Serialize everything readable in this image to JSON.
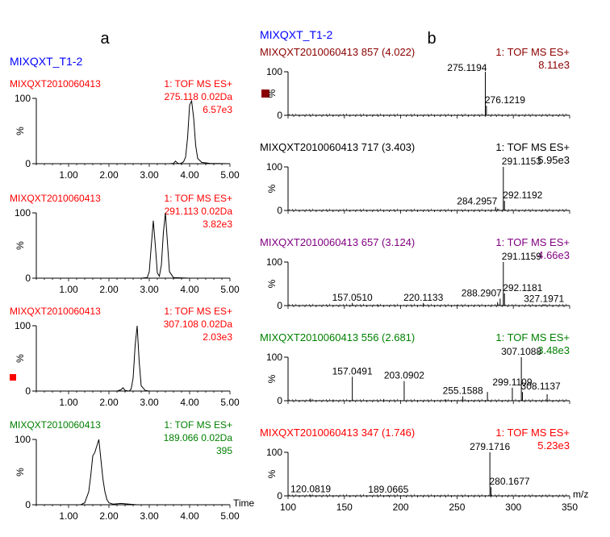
{
  "panel_a_label": "a",
  "panel_b_label": "b",
  "panel_a_sample": "MIXQXT_T1-2",
  "panel_b_sample": "MIXQXT_T1-2",
  "y_unit": "%",
  "ytick_labels": [
    "0",
    "100"
  ],
  "panel_a_xlabel": "Time",
  "panel_b_xlabel": "m/z",
  "colors": {
    "blue": "#0000ff",
    "dark_red": "#8b0000",
    "red": "#ff0000",
    "black": "#000000",
    "purple": "#800080",
    "green": "#008000"
  },
  "chart_data": [
    {
      "type": "line",
      "panel": "a",
      "color": "red",
      "file": "MIXQXT2010060413",
      "detector": "1: TOF MS ES+",
      "mass": "275.118 0.02Da",
      "intensity": "6.57e3",
      "xlim": [
        0.2,
        5.0
      ],
      "ylim": [
        0,
        100
      ],
      "xticks": [
        "1.00",
        "2.00",
        "3.00",
        "4.00",
        "5.00"
      ],
      "x": [
        0.2,
        1.0,
        2.0,
        3.0,
        3.5,
        3.6,
        3.65,
        3.7,
        3.75,
        3.8,
        3.85,
        3.9,
        3.95,
        4.0,
        4.05,
        4.1,
        4.15,
        4.2,
        4.3,
        4.5,
        5.0
      ],
      "y": [
        0,
        0,
        0,
        0,
        0,
        0.5,
        4,
        1,
        0,
        1,
        3,
        10,
        40,
        90,
        96,
        70,
        28,
        8,
        2,
        0.5,
        0
      ]
    },
    {
      "type": "line",
      "panel": "a",
      "color": "red",
      "file": "MIXQXT2010060413",
      "detector": "1: TOF MS ES+",
      "mass": "291.113 0.02Da",
      "intensity": "3.82e3",
      "xlim": [
        0.2,
        5.0
      ],
      "ylim": [
        0,
        100
      ],
      "xticks": [
        "1.00",
        "2.00",
        "3.00",
        "4.00",
        "5.00"
      ],
      "x": [
        0.2,
        1.0,
        2.0,
        2.8,
        2.95,
        3.0,
        3.05,
        3.1,
        3.15,
        3.2,
        3.25,
        3.3,
        3.35,
        3.4,
        3.45,
        3.5,
        3.6,
        4.0,
        5.0
      ],
      "y": [
        0,
        0,
        0,
        0,
        1,
        10,
        50,
        88,
        50,
        8,
        3,
        20,
        70,
        100,
        55,
        10,
        1,
        0,
        0
      ]
    },
    {
      "type": "line",
      "panel": "a",
      "color": "red",
      "file": "MIXQXT2010060413",
      "detector": "1: TOF MS ES+",
      "mass": "307.108 0.02Da",
      "intensity": "2.03e3",
      "xlim": [
        0.2,
        5.0
      ],
      "ylim": [
        0,
        100
      ],
      "xticks": [
        "1.00",
        "2.00",
        "3.00",
        "4.00",
        "5.00"
      ],
      "x": [
        0.2,
        1.0,
        2.0,
        2.2,
        2.3,
        2.35,
        2.4,
        2.5,
        2.55,
        2.6,
        2.65,
        2.7,
        2.75,
        2.8,
        2.9,
        3.0,
        4.0,
        5.0
      ],
      "y": [
        0,
        0,
        0,
        0,
        2,
        5,
        1,
        0,
        3,
        20,
        70,
        100,
        45,
        8,
        1,
        0,
        0,
        0
      ]
    },
    {
      "type": "line",
      "panel": "a",
      "color": "green",
      "file": "MIXQXT2010060413",
      "detector": "1: TOF MS ES+",
      "mass": "189.066 0.02Da",
      "intensity": "395",
      "xlim": [
        0.2,
        5.0
      ],
      "ylim": [
        0,
        100
      ],
      "xticks": [
        "1.00",
        "2.00",
        "3.00",
        "4.00",
        "5.00"
      ],
      "x": [
        0.2,
        1.0,
        1.3,
        1.4,
        1.5,
        1.55,
        1.6,
        1.65,
        1.7,
        1.75,
        1.8,
        1.85,
        1.9,
        1.95,
        2.0,
        2.1,
        2.3,
        2.5,
        2.7,
        3.0,
        5.0
      ],
      "y": [
        0,
        0,
        0,
        3,
        20,
        45,
        75,
        80,
        90,
        100,
        70,
        40,
        20,
        8,
        3,
        1,
        2,
        1,
        0,
        0,
        0
      ]
    },
    {
      "type": "bar",
      "panel": "b",
      "color": "dark_red",
      "header": "MIXQXT2010060413 857 (4.022)",
      "detector": "1: TOF MS ES+",
      "intensity": "8.11e3",
      "xlim": [
        100,
        350
      ],
      "ylim": [
        0,
        100
      ],
      "peaks": [
        [
          275.1194,
          100
        ],
        [
          276.1219,
          22
        ],
        [
          140,
          1
        ],
        [
          200,
          1
        ],
        [
          230,
          1
        ],
        [
          310,
          1
        ]
      ],
      "labels": [
        {
          "x": 275.1194,
          "text": "275.1194",
          "side": "left"
        },
        {
          "x": 276.1219,
          "text": "276.1219",
          "side": "right"
        }
      ]
    },
    {
      "type": "bar",
      "panel": "b",
      "color": "black",
      "header": "MIXQXT2010060413 717 (3.403)",
      "detector": "1: TOF MS ES+",
      "intensity": "5.95e3",
      "xlim": [
        100,
        350
      ],
      "ylim": [
        0,
        100
      ],
      "peaks": [
        [
          291.1153,
          100
        ],
        [
          292.1192,
          22
        ],
        [
          284.2957,
          8
        ],
        [
          286,
          4
        ],
        [
          150,
          1
        ],
        [
          200,
          1
        ],
        [
          320,
          1
        ]
      ],
      "labels": [
        {
          "x": 291.1153,
          "text": "291.1153",
          "side": "right"
        },
        {
          "x": 292.1192,
          "text": "292.1192",
          "side": "right"
        },
        {
          "x": 284.2957,
          "text": "284.2957",
          "side": "left"
        }
      ]
    },
    {
      "type": "bar",
      "panel": "b",
      "color": "purple",
      "header": "MIXQXT2010060413 657 (3.124)",
      "detector": "1: TOF MS ES+",
      "intensity": "4.66e3",
      "xlim": [
        100,
        350
      ],
      "ylim": [
        0,
        100
      ],
      "peaks": [
        [
          291.1159,
          100
        ],
        [
          292.1181,
          28
        ],
        [
          288.2907,
          16
        ],
        [
          157.051,
          6
        ],
        [
          220.1133,
          6
        ],
        [
          327.1971,
          3
        ],
        [
          286,
          8
        ],
        [
          250,
          2
        ],
        [
          180,
          2
        ]
      ],
      "labels": [
        {
          "x": 291.1159,
          "text": "291.1159",
          "side": "right"
        },
        {
          "x": 292.1181,
          "text": "292.1181",
          "side": "right"
        },
        {
          "x": 288.2907,
          "text": "288.2907",
          "side": "left"
        },
        {
          "x": 157.051,
          "text": "157.0510",
          "side": "center"
        },
        {
          "x": 220.1133,
          "text": "220.1133",
          "side": "center"
        },
        {
          "x": 327.1971,
          "text": "327.1971",
          "side": "center"
        }
      ]
    },
    {
      "type": "bar",
      "panel": "b",
      "color": "green",
      "header": "MIXQXT2010060413 556 (2.681)",
      "detector": "1: TOF MS ES+",
      "intensity": "3.48e3",
      "xlim": [
        100,
        350
      ],
      "ylim": [
        0,
        100
      ],
      "peaks": [
        [
          307.1088,
          100
        ],
        [
          308.1137,
          20
        ],
        [
          157.0491,
          55
        ],
        [
          203.0902,
          45
        ],
        [
          299.1109,
          30
        ],
        [
          255.1588,
          10
        ],
        [
          277,
          20
        ],
        [
          330,
          15
        ],
        [
          120,
          5
        ],
        [
          140,
          3
        ],
        [
          185,
          4
        ],
        [
          240,
          3
        ]
      ],
      "labels": [
        {
          "x": 307.1088,
          "text": "307.1088",
          "side": "center"
        },
        {
          "x": 308.1137,
          "text": "308.1137",
          "side": "right"
        },
        {
          "x": 157.0491,
          "text": "157.0491",
          "side": "center"
        },
        {
          "x": 203.0902,
          "text": "203.0902",
          "side": "center"
        },
        {
          "x": 299.1109,
          "text": "299.1109",
          "side": "center"
        },
        {
          "x": 255.1588,
          "text": "255.1588",
          "side": "center"
        }
      ]
    },
    {
      "type": "bar",
      "panel": "b",
      "color": "red",
      "header": "MIXQXT2010060413 347 (1.746)",
      "detector": "1: TOF MS ES+",
      "intensity": "5.23e3",
      "xlim": [
        100,
        350
      ],
      "ylim": [
        0,
        100
      ],
      "xticks": [
        "100",
        "150",
        "200",
        "250",
        "300",
        "350"
      ],
      "peaks": [
        [
          279.1716,
          100
        ],
        [
          280.1677,
          20
        ],
        [
          120.0819,
          3
        ],
        [
          189.0665,
          2
        ],
        [
          140,
          1
        ],
        [
          230,
          1
        ]
      ],
      "labels": [
        {
          "x": 279.1716,
          "text": "279.1716",
          "side": "center"
        },
        {
          "x": 280.1677,
          "text": "280.1677",
          "side": "right"
        },
        {
          "x": 120.0819,
          "text": "120.0819",
          "side": "center"
        },
        {
          "x": 189.0665,
          "text": "189.0665",
          "side": "center"
        }
      ]
    }
  ]
}
